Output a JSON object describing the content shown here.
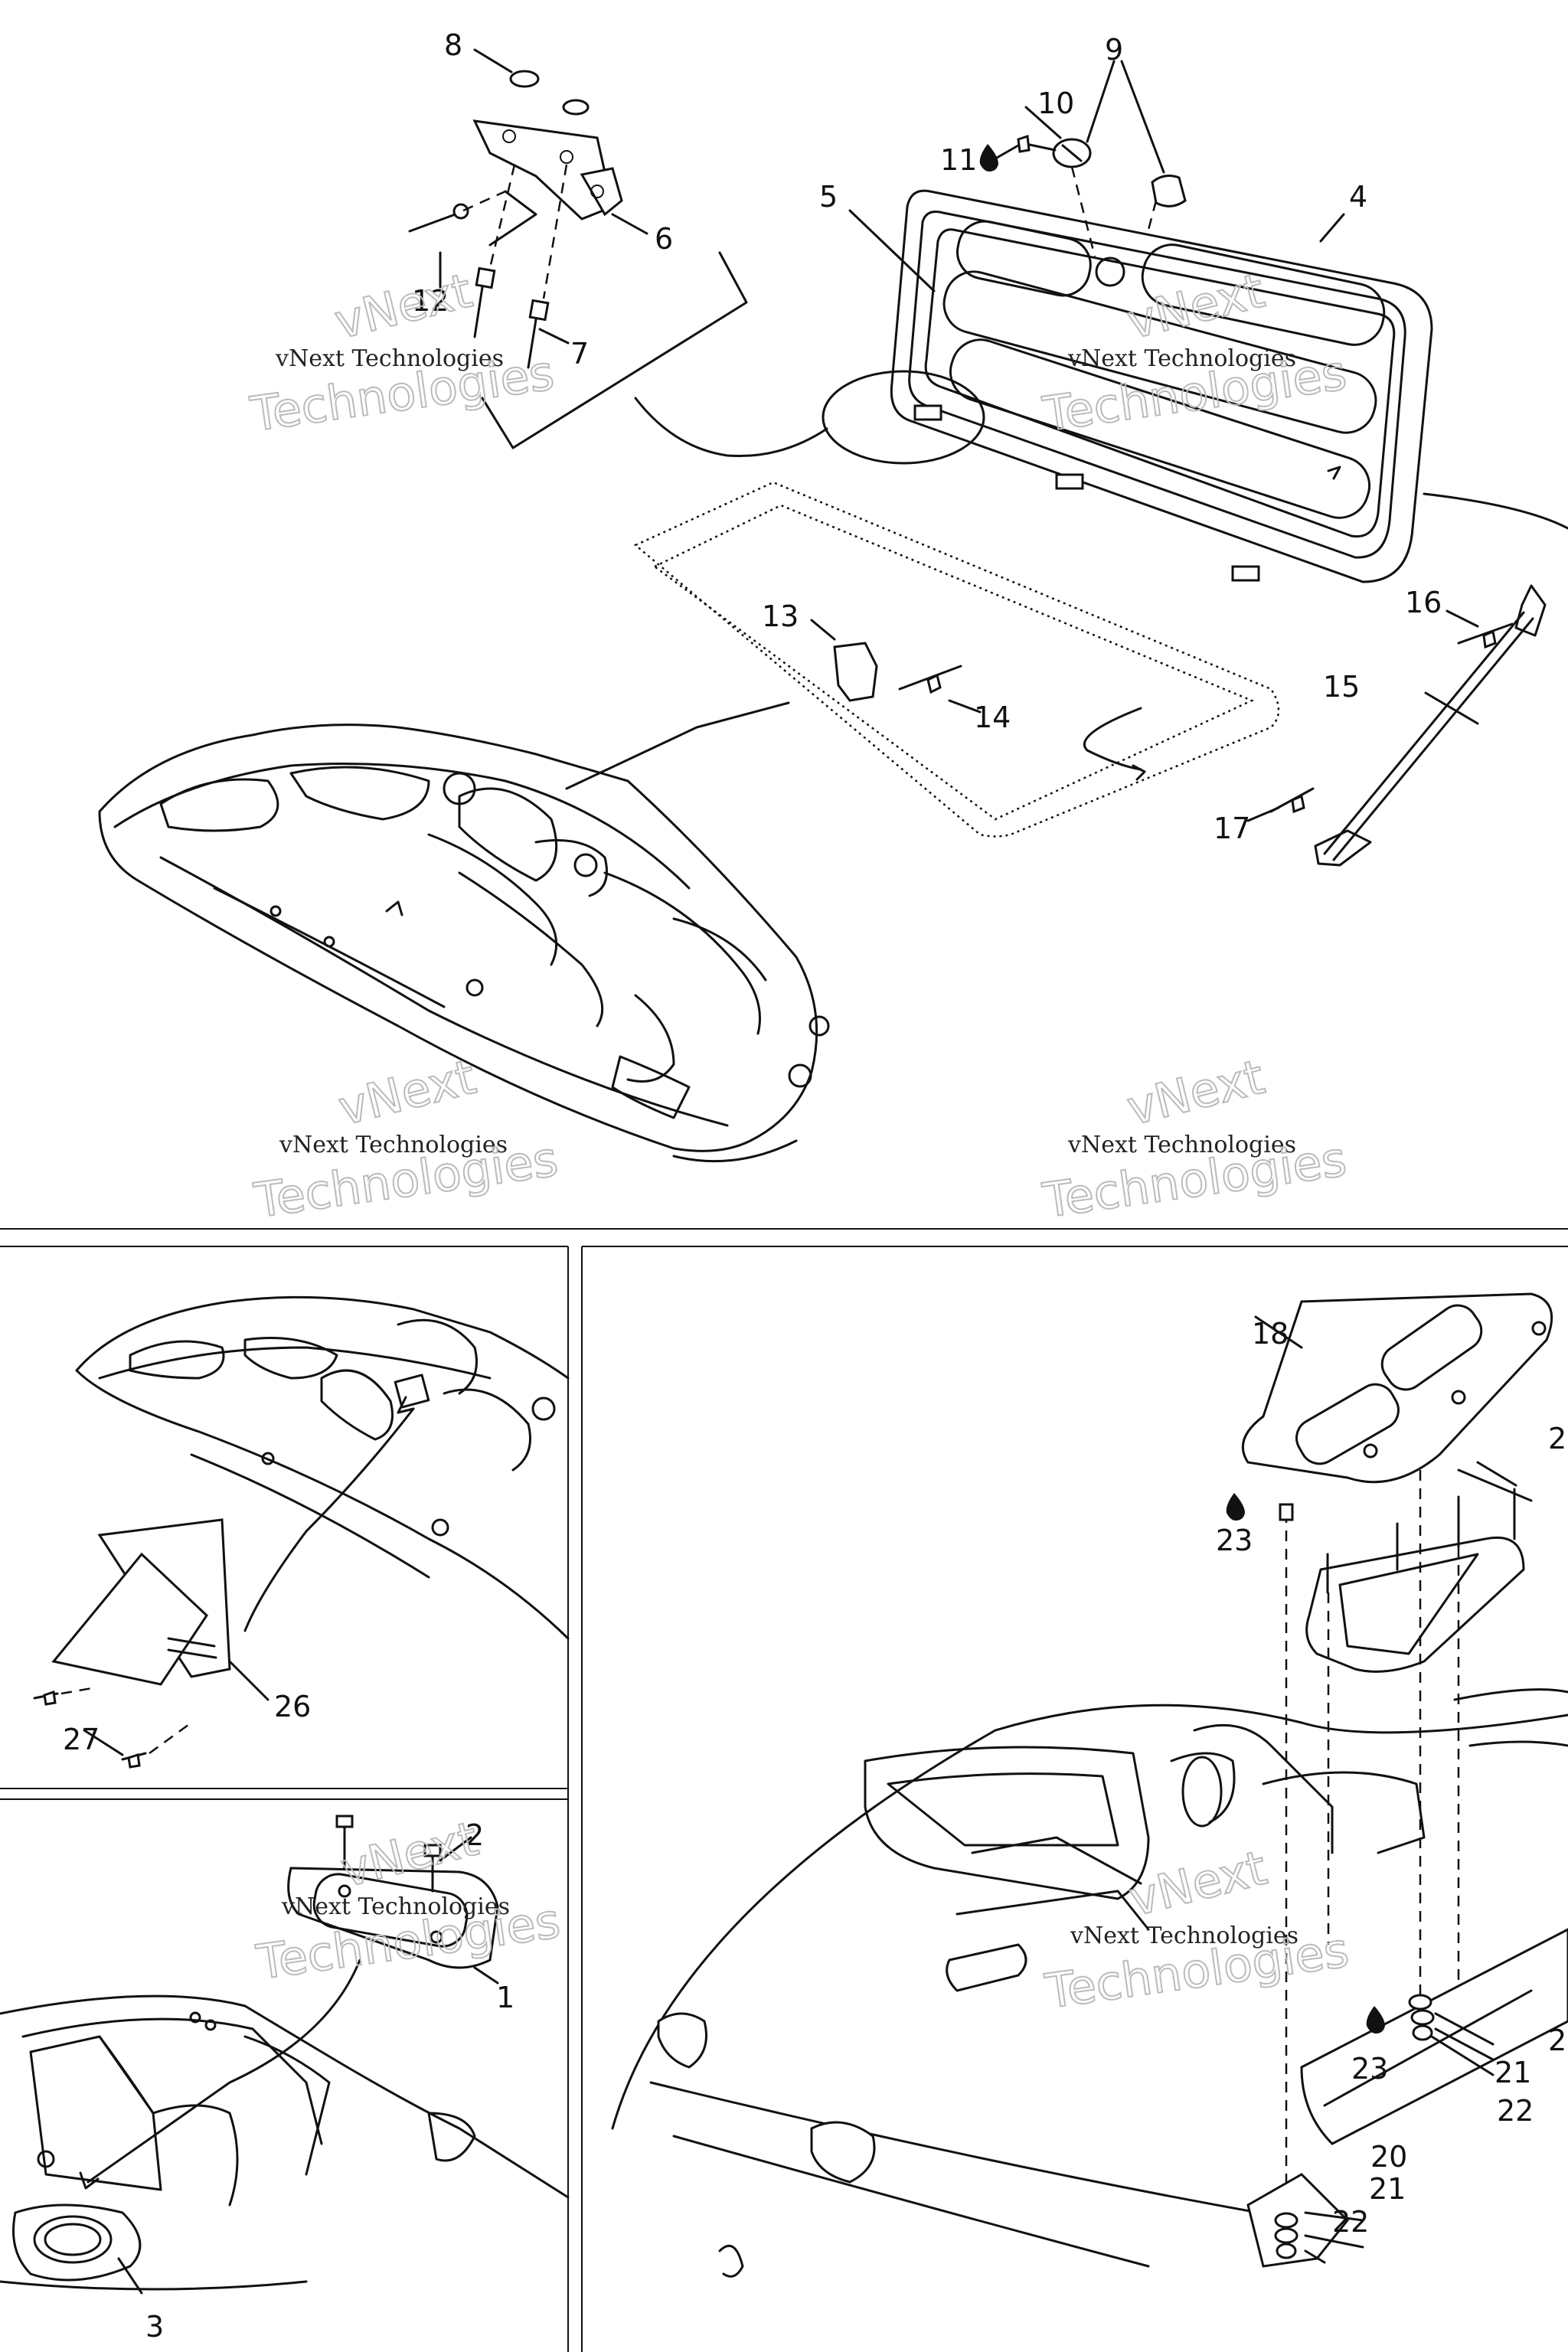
{
  "watermark": {
    "line1": "vNext Technologies",
    "line2a": "vNext",
    "line2b": "Technologies"
  },
  "callouts": {
    "c1": "1",
    "c2": "2",
    "c3": "3",
    "c4": "4",
    "c5": "5",
    "c6": "6",
    "c7": "7",
    "c8": "8",
    "c9": "9",
    "c10": "10",
    "c11": "11",
    "c12": "12",
    "c13": "13",
    "c14": "14",
    "c15": "15",
    "c16": "16",
    "c17": "17",
    "c18": "18",
    "c20": "20",
    "c21": "21",
    "c22": "22",
    "c23": "23",
    "c26": "26",
    "c27": "27"
  },
  "colors": {
    "line": "#111111",
    "background": "#ffffff",
    "watermark": "#bbbbbb"
  }
}
